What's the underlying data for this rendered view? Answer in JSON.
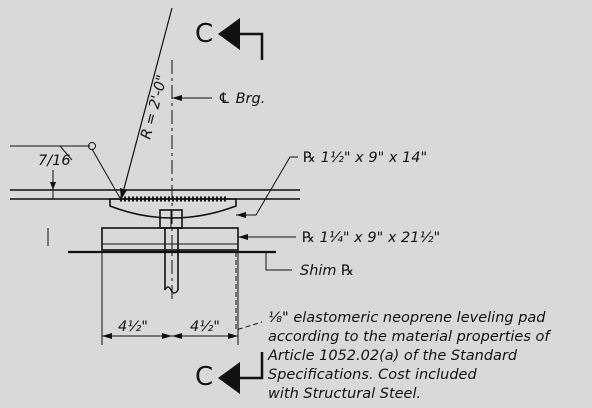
{
  "drawing": {
    "section_marker_top": "C",
    "section_marker_bottom": "C",
    "radius_label": "R = 2'-0\"",
    "centerline_label": "℄ Brg.",
    "fraction_label": "7/16",
    "plate_top_label": "℞ 1½\" x 9\" x 14\"",
    "plate_bottom_label": "℞ 1¼\" x 9\" x 21½\"",
    "shim_label": "Shim ℞",
    "dim_left": "4½\"",
    "dim_right": "4½\"",
    "note_lines": [
      "⅛\" elastomeric neoprene leveling pad",
      "according to the material properties of",
      "Article 1052.02(a) of the Standard",
      "Specifications. Cost included",
      "with Structural Steel."
    ]
  },
  "colors": {
    "background": "#d9d9d9",
    "ink": "#111111"
  }
}
